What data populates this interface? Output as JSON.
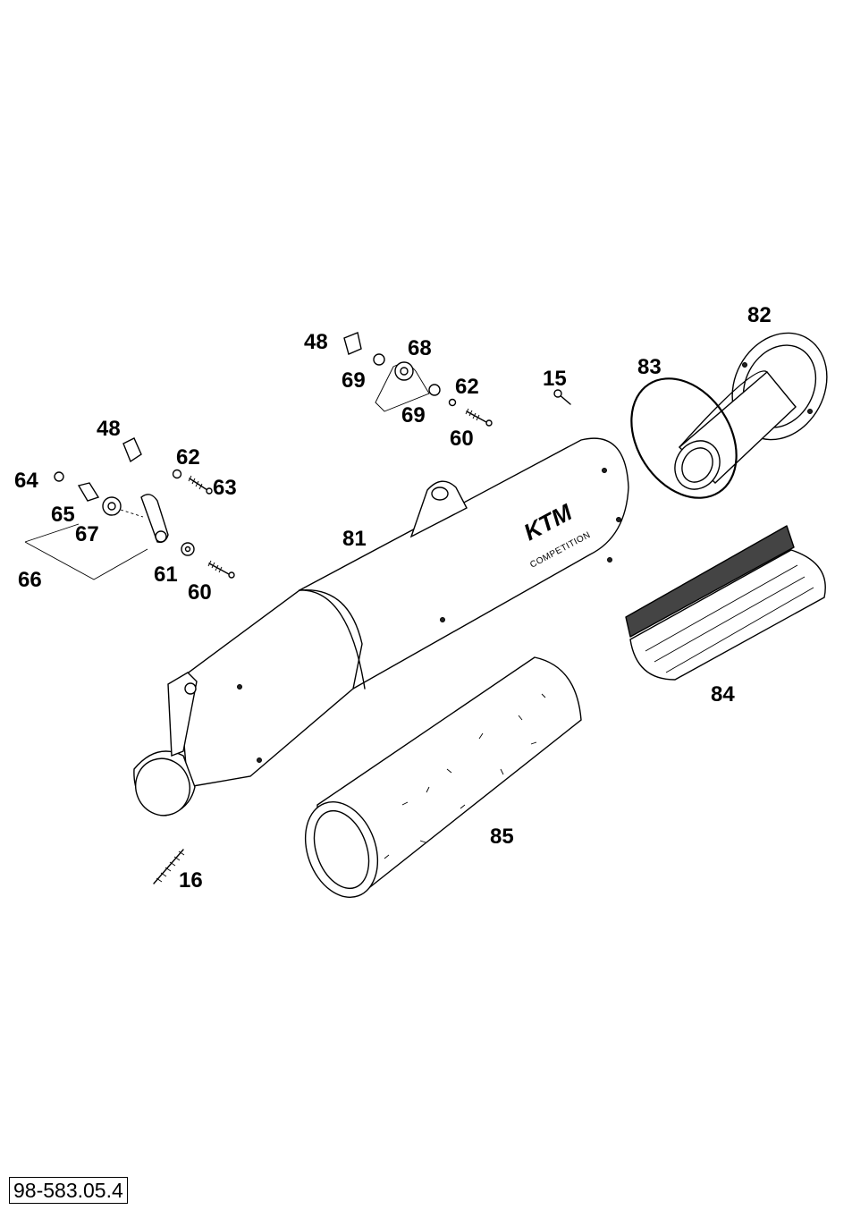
{
  "reference_number": "98-583.05.4",
  "brand_marking": {
    "logo": "KTM",
    "sub": "COMPETITION"
  },
  "callouts": [
    {
      "id": "c82",
      "label": "82"
    },
    {
      "id": "c48a",
      "label": "48"
    },
    {
      "id": "c68",
      "label": "68"
    },
    {
      "id": "c83",
      "label": "83"
    },
    {
      "id": "c15",
      "label": "15"
    },
    {
      "id": "c69a",
      "label": "69"
    },
    {
      "id": "c62a",
      "label": "62"
    },
    {
      "id": "c69b",
      "label": "69"
    },
    {
      "id": "c60a",
      "label": "60"
    },
    {
      "id": "c48b",
      "label": "48"
    },
    {
      "id": "c62b",
      "label": "62"
    },
    {
      "id": "c64",
      "label": "64"
    },
    {
      "id": "c63",
      "label": "63"
    },
    {
      "id": "c65",
      "label": "65"
    },
    {
      "id": "c67",
      "label": "67"
    },
    {
      "id": "c81",
      "label": "81"
    },
    {
      "id": "c66",
      "label": "66"
    },
    {
      "id": "c61",
      "label": "61"
    },
    {
      "id": "c60b",
      "label": "60"
    },
    {
      "id": "c84",
      "label": "84"
    },
    {
      "id": "c85",
      "label": "85"
    },
    {
      "id": "c16",
      "label": "16"
    }
  ]
}
